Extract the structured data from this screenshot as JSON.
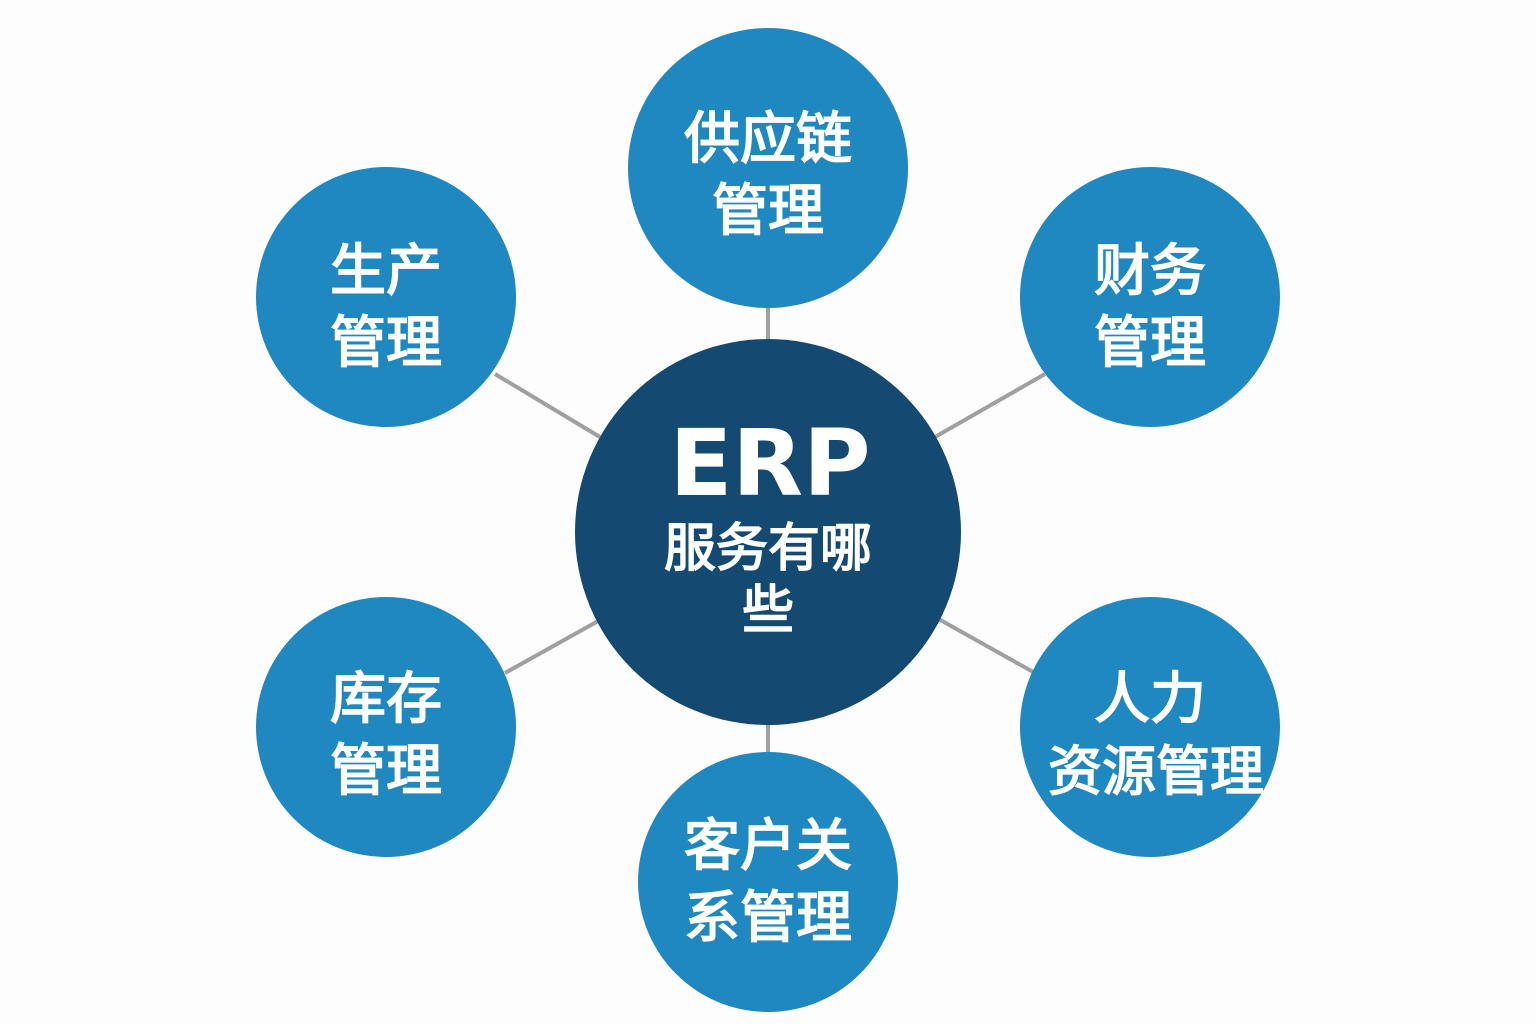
{
  "center": {
    "title": "ERP",
    "line1": "服务有哪",
    "line2": "些"
  },
  "nodes": [
    {
      "id": "supply-chain",
      "line1": "供应链",
      "line2": "管理"
    },
    {
      "id": "finance",
      "line1": "财务",
      "line2": "管理"
    },
    {
      "id": "hr",
      "line1": "人力",
      "line2": "资源管理"
    },
    {
      "id": "crm",
      "line1": "客户关",
      "line2": "系管理"
    },
    {
      "id": "inventory",
      "line1": "库存",
      "line2": "管理"
    },
    {
      "id": "production",
      "line1": "生产",
      "line2": "管理"
    }
  ],
  "colors": {
    "center": "#144a71",
    "node": "#1f88c1",
    "link": "#a0a0a0",
    "background": "#fdfdfd"
  }
}
